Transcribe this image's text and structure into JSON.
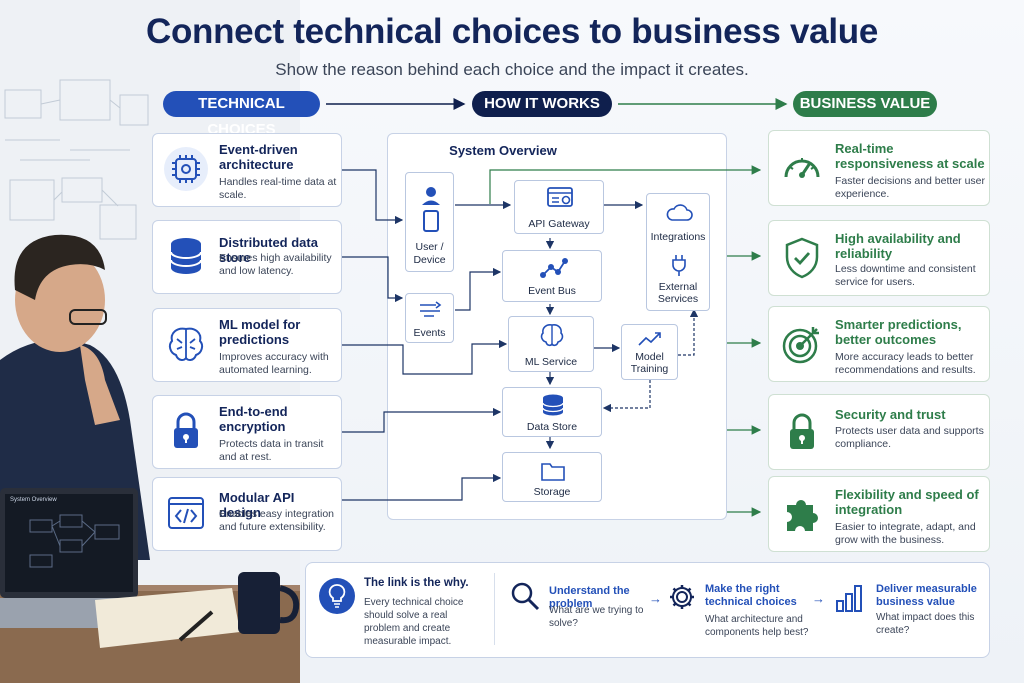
{
  "header": {
    "title": "Connect technical choices to business value",
    "subtitle": "Show the reason behind each choice and the impact it creates."
  },
  "columns": {
    "technical": "TECHNICAL CHOICES",
    "how": "HOW IT WORKS",
    "business": "BUSINESS VALUE"
  },
  "technical_choices": [
    {
      "title": "Event-driven architecture",
      "desc": "Handles real-time data at scale.",
      "icon": "chip-icon"
    },
    {
      "title": "Distributed data store",
      "desc": "Ensures high availability and low latency.",
      "icon": "database-icon"
    },
    {
      "title": "ML model for predictions",
      "desc": "Improves accuracy with automated learning.",
      "icon": "brain-icon"
    },
    {
      "title": "End-to-end encryption",
      "desc": "Protects data in transit and at rest.",
      "icon": "lock-icon"
    },
    {
      "title": "Modular API design",
      "desc": "Enables easy integration and future extensibility.",
      "icon": "code-icon"
    }
  ],
  "system": {
    "title": "System Overview",
    "user_device": "User / Device",
    "events": "Events",
    "api_gateway": "API Gateway",
    "event_bus": "Event Bus",
    "ml_service": "ML Service",
    "data_store": "Data Store",
    "storage": "Storage",
    "integrations": "Integrations",
    "external_services": "External Services",
    "model_training": "Model Training"
  },
  "business_value": [
    {
      "title": "Real-time responsiveness at scale",
      "desc": "Faster decisions and better user experience.",
      "icon": "speedometer-icon"
    },
    {
      "title": "High availability and reliability",
      "desc": "Less downtime and consistent service for users.",
      "icon": "shield-check-icon"
    },
    {
      "title": "Smarter predictions, better outcomes",
      "desc": "More accuracy leads to better recommendations and results.",
      "icon": "target-icon"
    },
    {
      "title": "Security and trust",
      "desc": "Protects user data and supports compliance.",
      "icon": "lock-icon"
    },
    {
      "title": "Flexibility and speed of integration",
      "desc": "Easier to integrate, adapt, and grow with the business.",
      "icon": "puzzle-icon"
    }
  ],
  "bottom": {
    "heading": "The link is the why.",
    "text": "Every technical choice should solve a real problem and create measurable impact.",
    "steps": [
      {
        "title": "Understand the problem",
        "question": "What are we trying to solve?",
        "icon": "search-icon"
      },
      {
        "title": "Make the right technical choices",
        "question": "What architecture and components help best?",
        "icon": "gear-icon"
      },
      {
        "title": "Deliver measurable business value",
        "question": "What impact does this create?",
        "icon": "bar-chart-icon"
      }
    ]
  },
  "laptop_screen_title": "System Overview",
  "colors": {
    "tech_blue": "#2350b8",
    "navy": "#0f1f4d",
    "business_green": "#2e7d4a"
  }
}
